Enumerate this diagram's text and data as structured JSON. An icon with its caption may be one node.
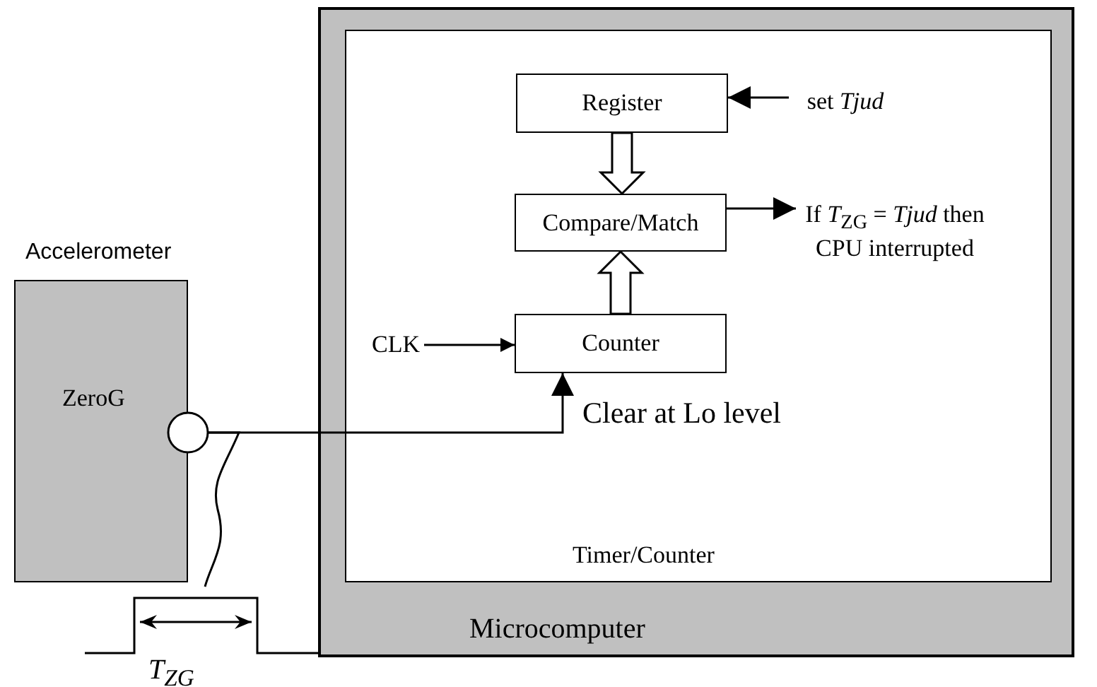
{
  "diagram": {
    "nodes": [
      {
        "text": [
          "Microcomputer"
        ]
      },
      {
        "text": [
          "Timer/Counter"
        ],
        "in": 0
      },
      {
        "text": [
          "Register"
        ],
        "in": 1
      },
      {
        "text": [
          "Compare/Match"
        ],
        "in": 1
      },
      {
        "text": [
          "Counter"
        ],
        "in": 1
      },
      {
        "text": [
          "set *Tjud*"
        ],
        "in": 1
      },
      {
        "text": [
          "If *T*$_{ZG}$ = *Tjud* then CPU interrupted"
        ],
        "in": 1
      },
      {
        "text": [
          "CLK"
        ],
        "in": 1
      },
      {
        "text": [
          "Accelerometer",
          "ZeroG"
        ]
      },
      {
        "text": [],
        "shape": "circle"
      },
      {
        "text": [],
        "shape": "picture",
        "beside": [
          "T$_{ZG}$"
        ]
      }
    ],
    "edges": [
      {
        "from": 2,
        "to": 3,
        "arrow": "to",
        "style": "thick"
      },
      {
        "from": 4,
        "to": 3,
        "arrow": "to",
        "style": "thick"
      },
      {
        "from": 5,
        "to": 2,
        "arrow": "to"
      },
      {
        "from": 3,
        "to": 6,
        "arrow": "to"
      },
      {
        "from": 7,
        "to": 4,
        "arrow": "to"
      },
      {
        "from": 9,
        "to": 4,
        "arrow": "to",
        "label": "Clear at Lo level"
      },
      {
        "from": 9,
        "to": 10,
        "arrow": "none"
      }
    ]
  }
}
